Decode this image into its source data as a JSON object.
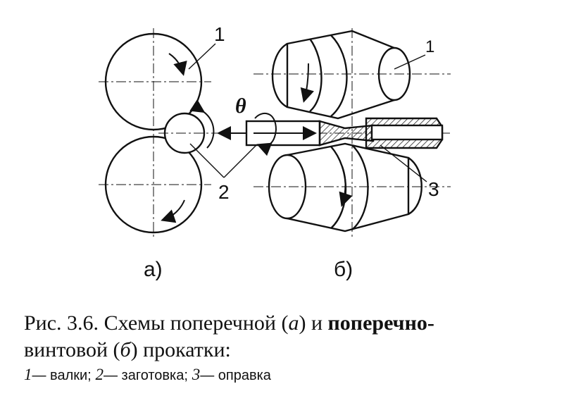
{
  "diagram": {
    "label_a": "а)",
    "label_b": "б)",
    "num_1_left": "1",
    "num_2": "2",
    "num_1_right": "1",
    "num_3": "3",
    "theta": "θ"
  },
  "caption": {
    "prefix": "Рис. 3.6.",
    "text1": "Схемы поперечной (",
    "a": "а",
    "text2": ") и ",
    "bold_word": "поперечно-",
    "line2_text1": "винтовой (",
    "b": "б",
    "line2_text2": ") прокатки:"
  },
  "legend": {
    "n1": "1",
    "t1": "— валки;",
    "n2": "2",
    "t2": "— заготовка;",
    "n3": "3",
    "t3": "— оправка"
  }
}
